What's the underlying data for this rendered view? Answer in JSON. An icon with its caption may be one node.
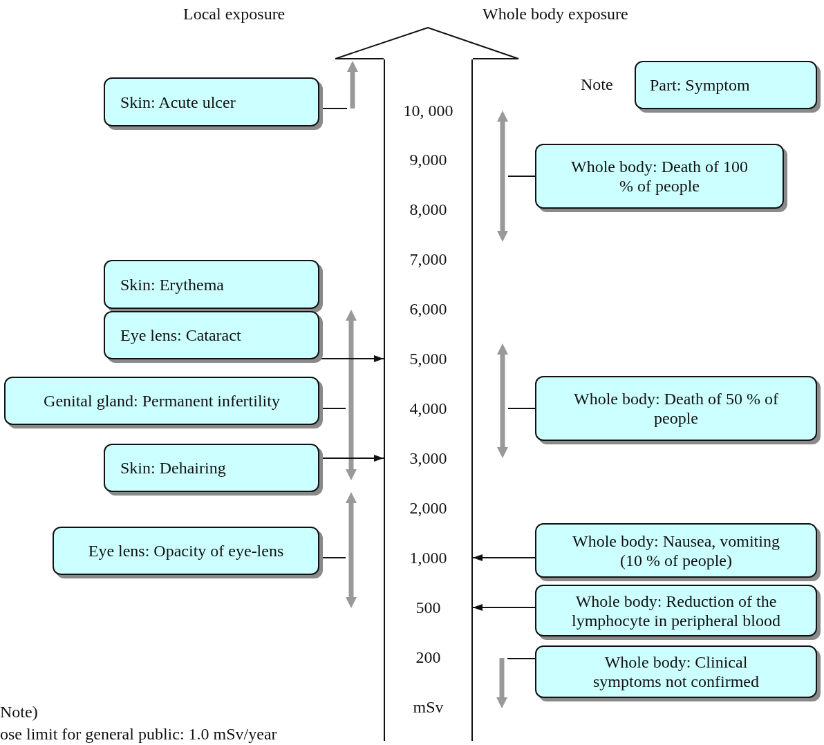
{
  "diagram": {
    "nodes": [
      {
        "text": [
          "10, 000",
          "9,000",
          "8,000",
          "7,000",
          "6,000",
          "5,000",
          "4,000",
          "3,000",
          "2,000",
          "1,000",
          "500",
          "200",
          "mSv"
        ]
      },
      {
        "text": [
          "Skin: Acute ulcer"
        ]
      },
      {
        "text": [
          "Skin: Erythema"
        ]
      },
      {
        "text": [
          "Eye lens: Cataract"
        ]
      },
      {
        "text": [
          "Genital gland: Permanent infertility"
        ]
      },
      {
        "text": [
          "Skin: Dehairing"
        ]
      },
      {
        "text": [
          "Eye lens: Opacity of eye-lens"
        ]
      },
      {
        "text": [
          "Part: Symptom"
        ],
        "beside": [
          "Note"
        ]
      },
      {
        "text": [
          "Whole body: Death of 100 % of people"
        ]
      },
      {
        "text": [
          "Whole body: Death of 50 % of people"
        ]
      },
      {
        "text": [
          "Whole body: Nausea, vomiting (10 % of people)"
        ]
      },
      {
        "text": [
          "Whole body: Reduction of the lymphocyte in peripheral blood"
        ]
      },
      {
        "text": [
          "Whole body: Clinical symptoms not confirmed"
        ]
      }
    ],
    "edges": [
      {
        "from": 3,
        "to": 0,
        "arrow": "to"
      },
      {
        "from": 5,
        "to": 0,
        "arrow": "to"
      },
      {
        "from": 10,
        "to": 0,
        "arrow": "to"
      },
      {
        "from": 11,
        "to": 0,
        "arrow": "to"
      },
      {
        "from": 1,
        "to": null,
        "arrow": "none"
      },
      {
        "from": 4,
        "to": null,
        "arrow": "none"
      },
      {
        "from": 6,
        "to": null,
        "arrow": "none"
      },
      {
        "from": 8,
        "to": null,
        "arrow": "none"
      },
      {
        "from": 9,
        "to": null,
        "arrow": "none"
      },
      {
        "from": 12,
        "to": null,
        "arrow": "none"
      }
    ],
    "labels": [
      "Local exposure",
      "Whole body exposure",
      "Note)",
      "ose limit for general public: 1.0 mSv/year"
    ]
  }
}
